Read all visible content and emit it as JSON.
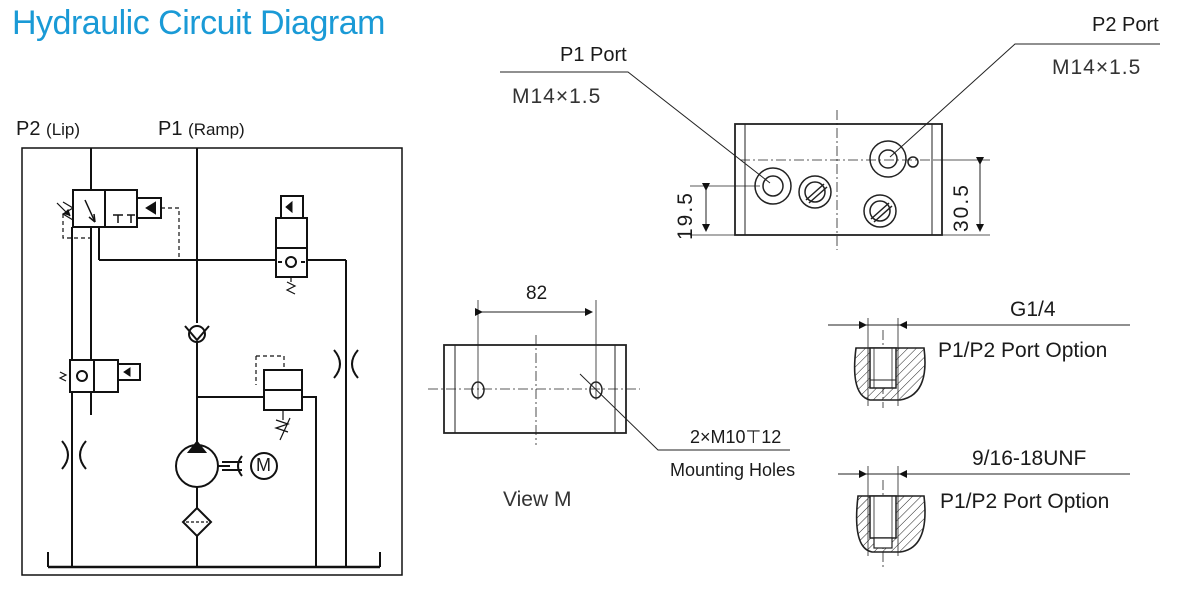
{
  "title": "Hydraulic Circuit Diagram",
  "circuit": {
    "p2_label": "P2",
    "p2_note": "(Lip)",
    "p1_label": "P1",
    "p1_note": "(Ramp)",
    "motor_letter": "M"
  },
  "block_top": {
    "p1_port_label": "P1 Port",
    "p1_thread": "M14×1.5",
    "p2_port_label": "P2 Port",
    "p2_thread": "M14×1.5",
    "dim_left": "19.5",
    "dim_right": "30.5"
  },
  "view_m": {
    "dim_width": "82",
    "holes_spec": "2×M10⊤12",
    "holes_label": "Mounting Holes",
    "view_label": "View M"
  },
  "port_options": [
    {
      "thread": "G1/4",
      "label": "P1/P2 Port Option"
    },
    {
      "thread": "9/16-18UNF",
      "label": "P1/P2 Port Option"
    }
  ]
}
